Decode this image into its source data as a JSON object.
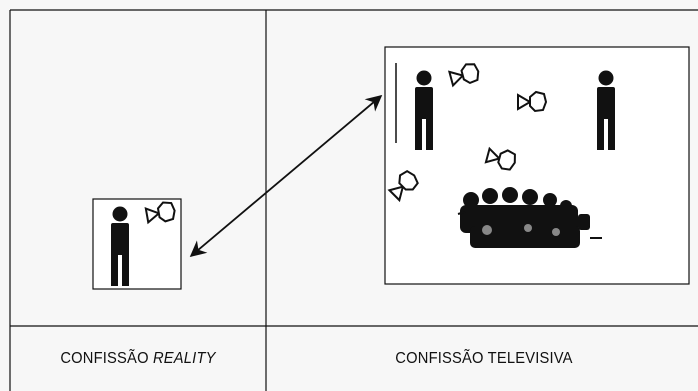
{
  "captions": {
    "left_main": "CONFISSÃO",
    "left_italic": "REALITY",
    "right": "CONFISSÃO TELEVISIVA"
  },
  "colors": {
    "ink": "#111111",
    "background": "#f7f7f7",
    "frame_fill": "#ffffff"
  },
  "icons": [
    "person-icon",
    "camera-icon",
    "audience-crowd-icon",
    "double-headed-arrow-icon"
  ]
}
